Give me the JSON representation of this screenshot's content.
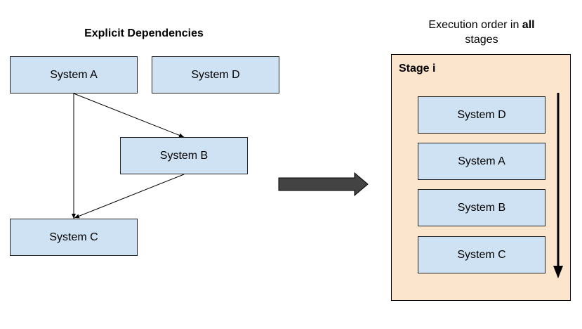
{
  "left_heading": "Explicit Dependencies",
  "right_heading": {
    "prefix": "Execution order in ",
    "emphasis": "all",
    "suffix": "stages"
  },
  "systems": {
    "a": "System A",
    "b": "System B",
    "c": "System C",
    "d": "System D"
  },
  "stage": {
    "title": "Stage i",
    "order": [
      "System D",
      "System A",
      "System B",
      "System C"
    ]
  },
  "colors": {
    "system_fill": "#cfe2f3",
    "stage_fill": "#fce5cd",
    "transform_arrow": "#434343"
  }
}
